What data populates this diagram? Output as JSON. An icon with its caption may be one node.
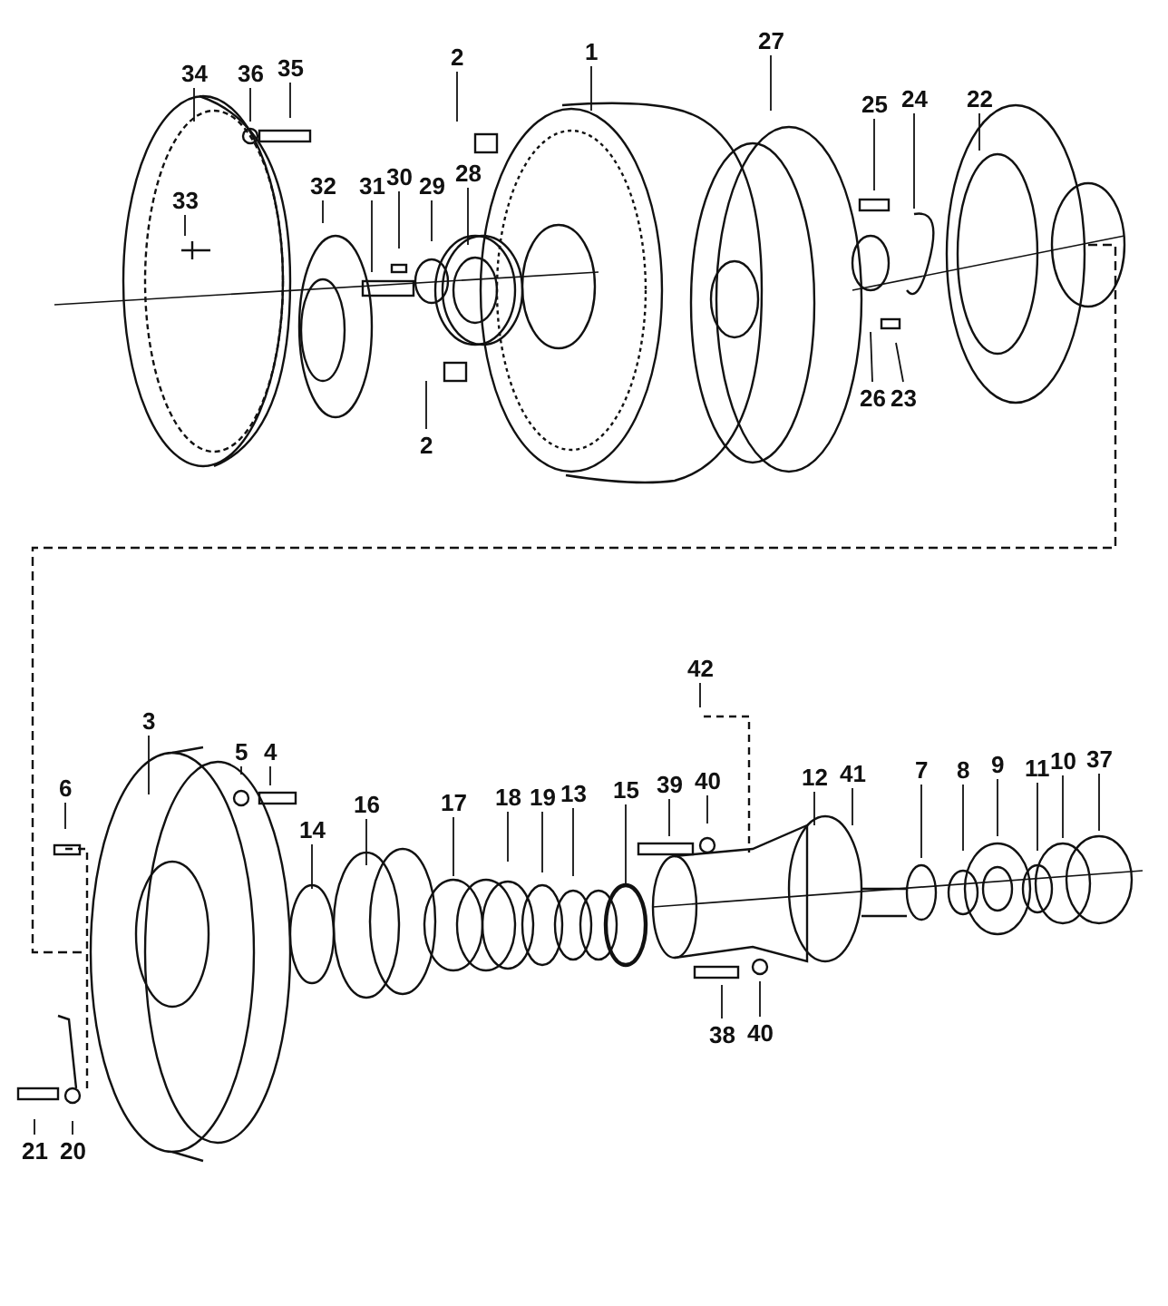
{
  "diagram": {
    "nodes": [
      {
        "text": [
          "27"
        ]
      },
      {
        "text": [
          "1"
        ]
      },
      {
        "text": [
          "34"
        ]
      },
      {
        "text": [
          "36"
        ]
      },
      {
        "text": [
          "35"
        ]
      },
      {
        "text": [
          "2"
        ]
      },
      {
        "text": [
          "25"
        ]
      },
      {
        "text": [
          "24"
        ]
      },
      {
        "text": [
          "22"
        ]
      },
      {
        "text": [
          "33"
        ]
      },
      {
        "text": [
          "32"
        ]
      },
      {
        "text": [
          "31"
        ]
      },
      {
        "text": [
          "30"
        ]
      },
      {
        "text": [
          "29"
        ]
      },
      {
        "text": [
          "28"
        ]
      },
      {
        "text": [
          "26"
        ]
      },
      {
        "text": [
          "23"
        ]
      },
      {
        "text": [
          "2"
        ]
      },
      {
        "text": [
          "42"
        ]
      },
      {
        "text": [
          "3"
        ]
      },
      {
        "text": [
          "5"
        ]
      },
      {
        "text": [
          "4"
        ]
      },
      {
        "text": [
          "6"
        ]
      },
      {
        "text": [
          "16"
        ]
      },
      {
        "text": [
          "14"
        ]
      },
      {
        "text": [
          "17"
        ]
      },
      {
        "text": [
          "18"
        ]
      },
      {
        "text": [
          "19"
        ]
      },
      {
        "text": [
          "13"
        ]
      },
      {
        "text": [
          "15"
        ]
      },
      {
        "text": [
          "39"
        ]
      },
      {
        "text": [
          "40"
        ]
      },
      {
        "text": [
          "12"
        ]
      },
      {
        "text": [
          "41"
        ]
      },
      {
        "text": [
          "7"
        ]
      },
      {
        "text": [
          "8"
        ]
      },
      {
        "text": [
          "9"
        ]
      },
      {
        "text": [
          "11"
        ]
      },
      {
        "text": [
          "10"
        ]
      },
      {
        "text": [
          "37"
        ]
      },
      {
        "text": [
          "38"
        ]
      },
      {
        "text": [
          "40"
        ]
      },
      {
        "text": [
          "21"
        ]
      },
      {
        "text": [
          "20"
        ]
      }
    ],
    "edges": [
      {
        "from": 0,
        "to": null,
        "arrow": "none"
      },
      {
        "from": 1,
        "to": null,
        "arrow": "none"
      },
      {
        "from": 2,
        "to": null,
        "arrow": "none"
      },
      {
        "from": 3,
        "to": null,
        "arrow": "none"
      },
      {
        "from": 4,
        "to": null,
        "arrow": "none"
      },
      {
        "from": 5,
        "to": null,
        "arrow": "none"
      },
      {
        "from": 6,
        "to": null,
        "arrow": "none"
      },
      {
        "from": 7,
        "to": null,
        "arrow": "none"
      },
      {
        "from": 8,
        "to": null,
        "arrow": "none"
      },
      {
        "from": 9,
        "to": null,
        "arrow": "none"
      },
      {
        "from": 10,
        "to": null,
        "arrow": "none"
      },
      {
        "from": 11,
        "to": null,
        "arrow": "none"
      },
      {
        "from": 12,
        "to": null,
        "arrow": "none"
      },
      {
        "from": 13,
        "to": null,
        "arrow": "none"
      },
      {
        "from": 14,
        "to": null,
        "arrow": "none"
      },
      {
        "from": 15,
        "to": null,
        "arrow": "none"
      },
      {
        "from": 16,
        "to": null,
        "arrow": "none"
      },
      {
        "from": 17,
        "to": null,
        "arrow": "none"
      },
      {
        "from": 18,
        "to": null,
        "arrow": "none"
      },
      {
        "from": 19,
        "to": null,
        "arrow": "none"
      },
      {
        "from": 20,
        "to": null,
        "arrow": "none"
      },
      {
        "from": 21,
        "to": null,
        "arrow": "none"
      },
      {
        "from": 22,
        "to": null,
        "arrow": "none"
      },
      {
        "from": 23,
        "to": null,
        "arrow": "none"
      },
      {
        "from": 24,
        "to": null,
        "arrow": "none"
      },
      {
        "from": 25,
        "to": null,
        "arrow": "none"
      },
      {
        "from": 26,
        "to": null,
        "arrow": "none"
      },
      {
        "from": 27,
        "to": null,
        "arrow": "none"
      },
      {
        "from": 28,
        "to": null,
        "arrow": "none"
      },
      {
        "from": 29,
        "to": null,
        "arrow": "none"
      },
      {
        "from": 30,
        "to": null,
        "arrow": "none"
      },
      {
        "from": 31,
        "to": null,
        "arrow": "none"
      },
      {
        "from": 32,
        "to": null,
        "arrow": "none"
      },
      {
        "from": 33,
        "to": null,
        "arrow": "none"
      },
      {
        "from": 34,
        "to": null,
        "arrow": "none"
      },
      {
        "from": 35,
        "to": null,
        "arrow": "none"
      },
      {
        "from": 36,
        "to": null,
        "arrow": "none"
      },
      {
        "from": 37,
        "to": null,
        "arrow": "none"
      },
      {
        "from": 38,
        "to": null,
        "arrow": "none"
      },
      {
        "from": 39,
        "to": null,
        "arrow": "none"
      },
      {
        "from": 40,
        "to": null,
        "arrow": "none"
      },
      {
        "from": 41,
        "to": null,
        "arrow": "none"
      },
      {
        "from": 42,
        "to": null,
        "arrow": "none"
      },
      {
        "from": 43,
        "to": null,
        "arrow": "none"
      }
    ]
  }
}
